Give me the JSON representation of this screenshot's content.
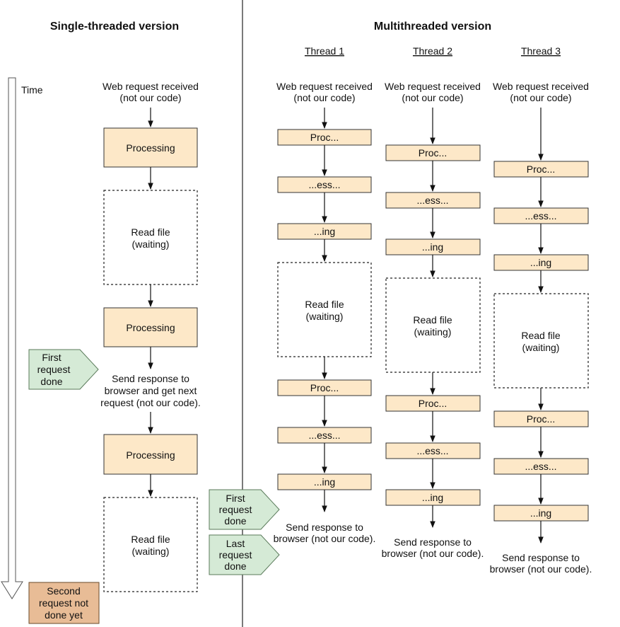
{
  "headers": {
    "single": "Single-threaded version",
    "multi": "Multithreaded version"
  },
  "threads": [
    "Thread 1",
    "Thread 2",
    "Thread 3"
  ],
  "time_label": "Time",
  "single": {
    "request_received": [
      "Web request received",
      "(not our code)"
    ],
    "processing": "Processing",
    "read_file": [
      "Read file",
      "(waiting)"
    ],
    "send_next": [
      "Send response to",
      "browser and get next",
      "request (not our code)."
    ]
  },
  "multi": {
    "request_received": [
      "Web request received",
      "(not our code)"
    ],
    "proc1": "Proc...",
    "proc2": "...ess...",
    "proc3": "...ing",
    "read_file": [
      "Read file",
      "(waiting)"
    ],
    "send": [
      "Send response to",
      "browser (not our code)."
    ]
  },
  "callouts": {
    "first_done_single": [
      "First",
      "request",
      "done"
    ],
    "first_done_multi": [
      "First",
      "request",
      "done"
    ],
    "last_done_multi": [
      "Last",
      "request",
      "done"
    ],
    "second_not_done": [
      "Second",
      "request not",
      "done yet"
    ]
  },
  "colors": {
    "processing_fill": "#fde8c8",
    "done_fill": "#d5ead6",
    "not_done_fill": "#e8bc96"
  }
}
